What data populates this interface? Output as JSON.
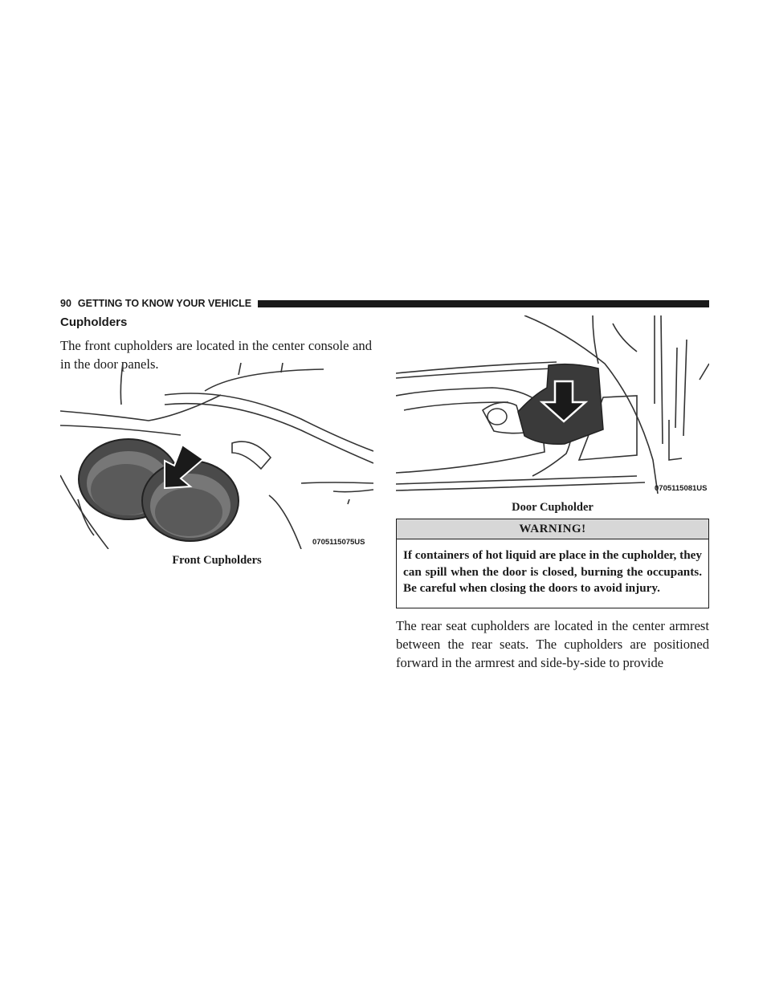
{
  "header": {
    "page_number": "90",
    "chapter_title": "GETTING TO KNOW YOUR VEHICLE"
  },
  "section": {
    "heading": "Cupholders",
    "intro": "The front cupholders are located in the center console and in the door panels."
  },
  "figures": {
    "front": {
      "code": "0705115075US",
      "caption": "Front Cupholders"
    },
    "door": {
      "code": "0705115081US",
      "caption": "Door Cupholder"
    }
  },
  "warning": {
    "title": "WARNING!",
    "text": "If containers of hot liquid are place in the cupholder, they can spill when the door is closed, burning the occupants. Be careful when closing the doors to avoid injury."
  },
  "rear_paragraph": "The rear seat cupholders are located in the center armrest between the rear seats. The cupholders are positioned forward in the armrest and side-by-side to provide"
}
